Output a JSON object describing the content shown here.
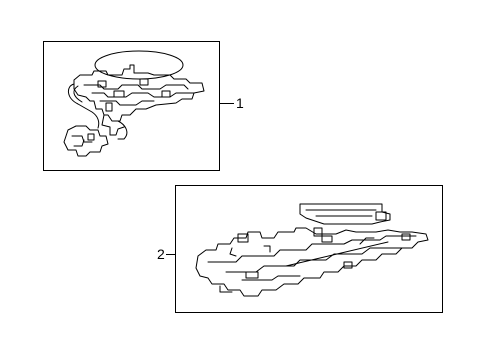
{
  "callouts": [
    {
      "label": "1",
      "part": "wire-harness-upper"
    },
    {
      "label": "2",
      "part": "wire-harness-lower"
    }
  ],
  "colors": {
    "line": "#000000",
    "background": "#ffffff"
  }
}
